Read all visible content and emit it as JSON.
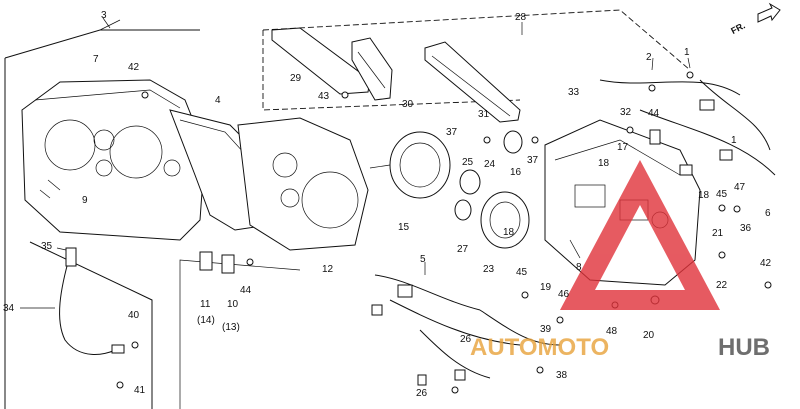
{
  "direction_label": "FR.",
  "watermark": {
    "part1": "AUTOMOTO",
    "part2": "HUB",
    "color1": "#e8a23a",
    "color2": "#4a4a4a",
    "logo_color": "#e0323a"
  },
  "callouts": {
    "c1": "1",
    "c2": "2",
    "c3": "3",
    "c4": "4",
    "c5": "5",
    "c6": "6",
    "c7": "7",
    "c8": "8",
    "c9": "9",
    "c10": "10",
    "c11": "11",
    "c12": "12",
    "c13": "(13)",
    "c14": "(14)",
    "c15": "15",
    "c16": "16",
    "c17": "17",
    "c18a": "18",
    "c18b": "18",
    "c18c": "18",
    "c19": "19",
    "c20": "20",
    "c21": "21",
    "c22": "22",
    "c23": "23",
    "c24": "24",
    "c25": "25",
    "c26a": "26",
    "c26b": "26",
    "c27": "27",
    "c28": "28",
    "c29": "29",
    "c30": "30",
    "c31": "31",
    "c32": "32",
    "c33": "33",
    "c34": "34",
    "c35": "35",
    "c36": "36",
    "c37a": "37",
    "c37b": "37",
    "c38": "38",
    "c39": "39",
    "c40": "40",
    "c41": "41",
    "c42a": "42",
    "c42b": "42",
    "c43": "43",
    "c44a": "44",
    "c44b": "44",
    "c45a": "45",
    "c45b": "45",
    "c46": "46",
    "c47": "47",
    "c48": "48"
  }
}
